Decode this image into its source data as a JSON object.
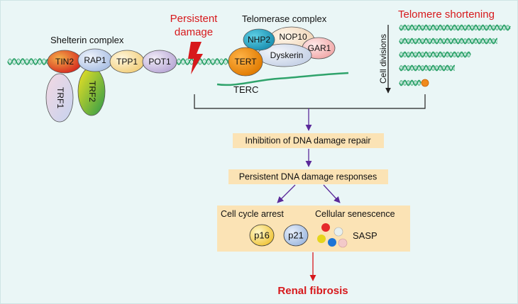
{
  "shelterin": {
    "title": "Shelterin complex",
    "proteins": [
      "TIN2",
      "RAP1",
      "TPP1",
      "POT1",
      "TRF1",
      "TRF2"
    ]
  },
  "damage": {
    "label_line1": "Persistent",
    "label_line2": "damage"
  },
  "telomerase": {
    "title": "Telomerase complex",
    "proteins": [
      "NHP2",
      "NOP10",
      "GAR1",
      "Dyskerin",
      "TERT"
    ],
    "rna_label": "TERC"
  },
  "shortening": {
    "title": "Telomere shortening",
    "axis_label": "Cell divisions"
  },
  "flow": {
    "step1": "Inhibition of DNA damage repair",
    "step2": "Persistent DNA damage responses",
    "branch_left": "Cell cycle arrest",
    "branch_right": "Cellular senescence",
    "markers": [
      "p16",
      "p21"
    ],
    "sasp_label": "SASP",
    "outcome": "Renal fibrosis"
  },
  "colors": {
    "background": "#eaf6f6",
    "box_fill": "#fbe3b5",
    "dna_green": "#2fa36b",
    "accent_red": "#d7191c",
    "arrow_purple": "#5b2a9a"
  }
}
